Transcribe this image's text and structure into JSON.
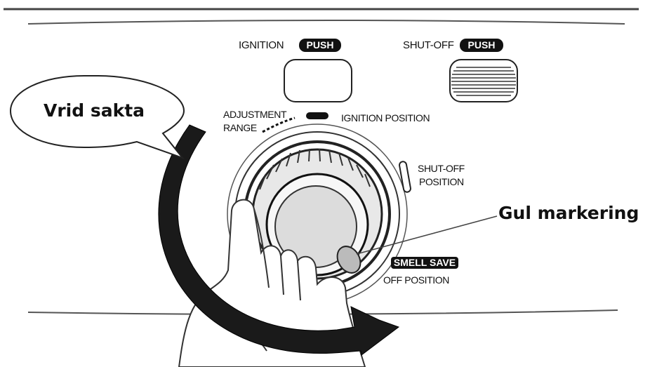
{
  "panel": {
    "ignition_label": "IGNITION",
    "ignition_push": "PUSH",
    "shutoff_label": "SHUT-OFF",
    "shutoff_push": "PUSH",
    "adjustment_line1": "ADJUSTMENT",
    "adjustment_line2": "RANGE",
    "ignition_position": "IGNITION POSITION",
    "shutoff_position_line1": "SHUT-OFF",
    "shutoff_position_line2": "POSITION",
    "smell_save": "SMELL SAVE",
    "off_position": "OFF POSITION"
  },
  "callouts": {
    "turn_slowly": "Vrid sakta",
    "yellow_marking": "Gul markering"
  },
  "icons": {
    "rotation_arrow": "clockwise-arrow-icon",
    "hand": "hand-icon",
    "knob": "knob-icon"
  }
}
